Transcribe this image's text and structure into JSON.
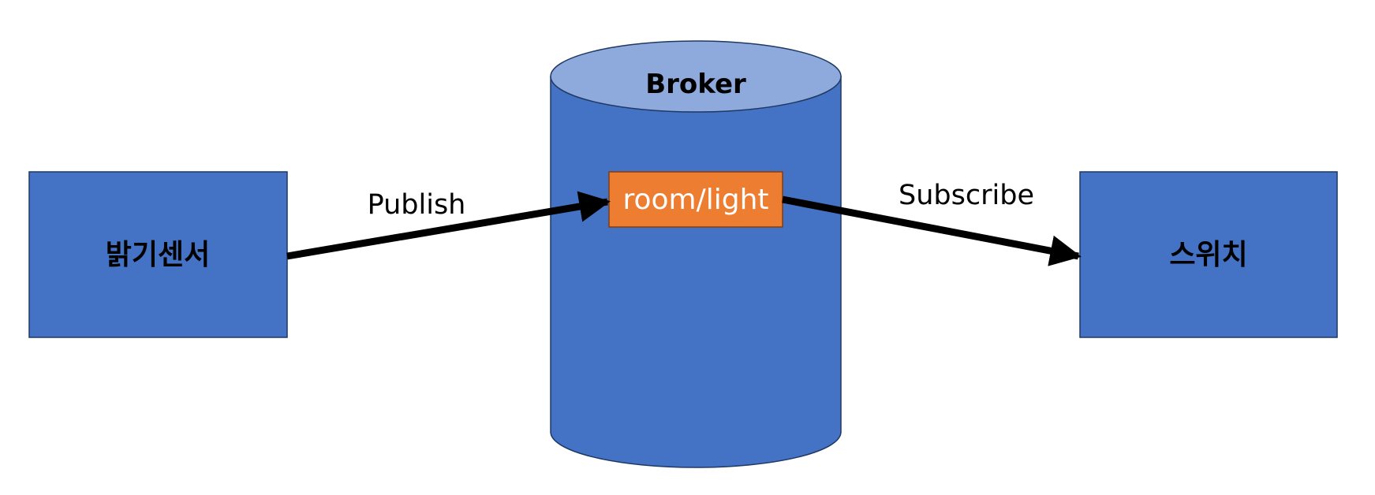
{
  "colors": {
    "node_fill": "#4472C4",
    "node_stroke": "#1F3864",
    "cylinder_top_fill": "#8EA9DB",
    "topic_fill": "#ED7D31",
    "topic_stroke": "#843C0C",
    "arrow": "#000000"
  },
  "sensor": {
    "label": "밝기센서"
  },
  "broker": {
    "label": "Broker",
    "topic": "room/light"
  },
  "switch": {
    "label": "스위치"
  },
  "edges": {
    "publish": "Publish",
    "subscribe": "Subscribe"
  }
}
